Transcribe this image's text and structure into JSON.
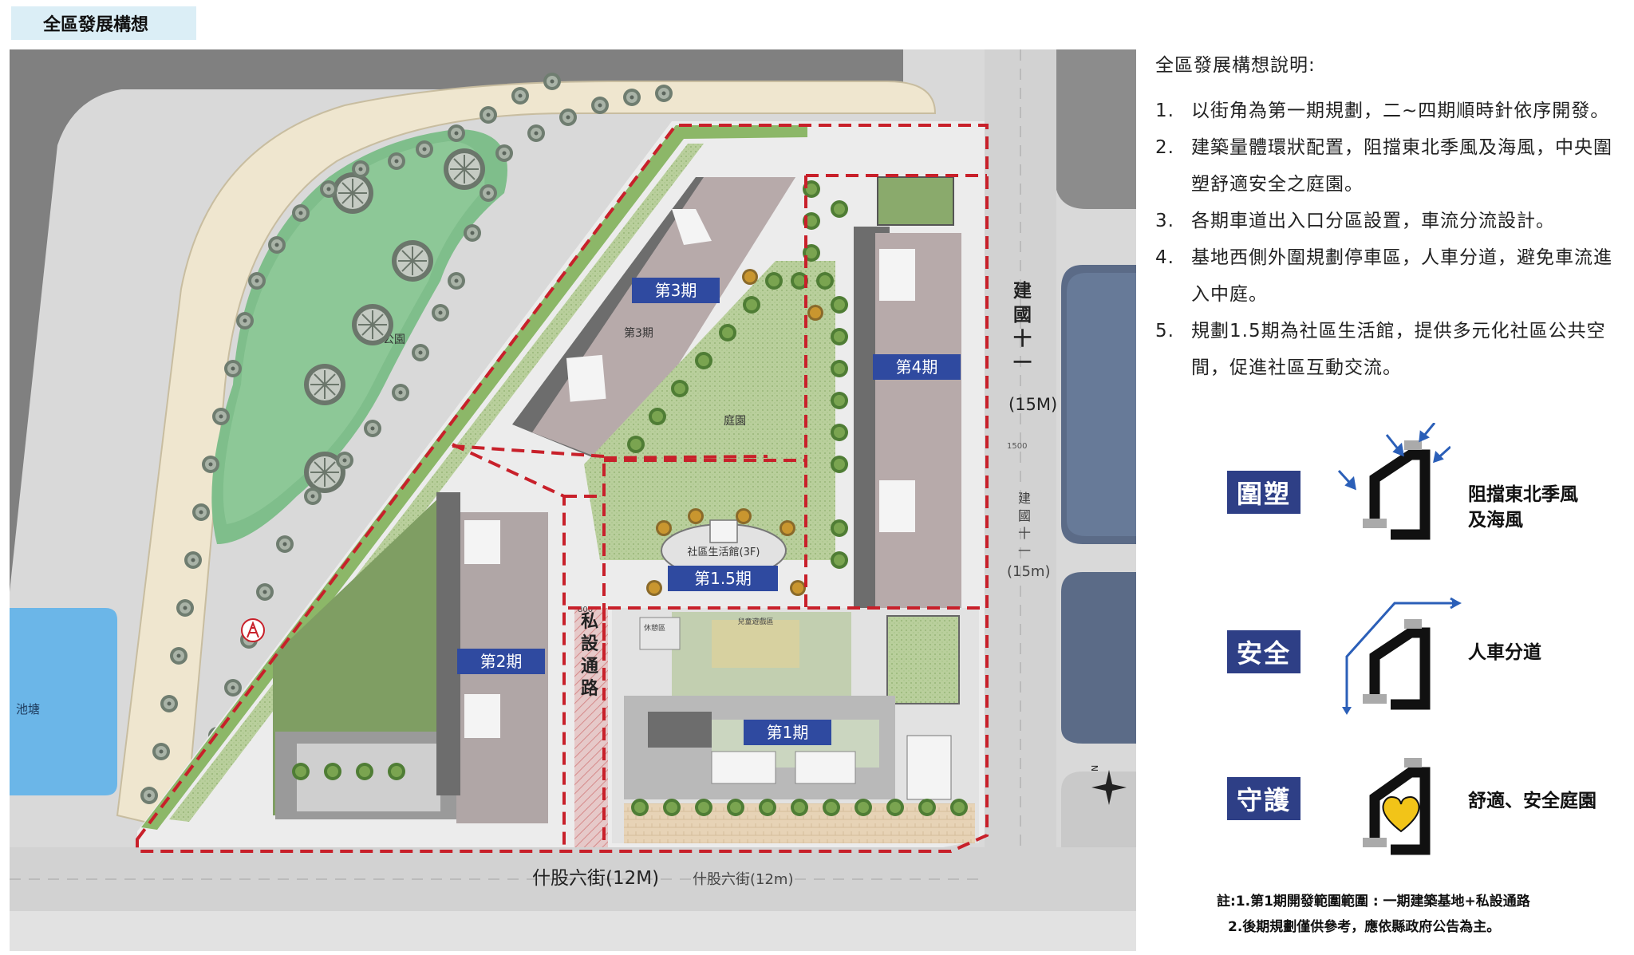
{
  "header": {
    "title": "全區發展構想"
  },
  "plan": {
    "phase_labels": {
      "p1": "第1期",
      "p15": "第1.5期",
      "p2": "第2期",
      "p3": "第3期",
      "p4": "第4期"
    },
    "park_label": "公園",
    "pond_label": "池塘",
    "courtyard_label": "庭園",
    "phase3_building_label": "第3期",
    "community_hall_label": "社區生活館(3F)",
    "private_road_label": "私設通路",
    "street_bottom_label": "什股六街(12M)",
    "street_bottom_small": "什股六街(12m)",
    "street_right_label": "建國十一街",
    "street_right_width": "(15M)",
    "street_right_small": "建國十一街",
    "street_right_small_width": "(15m)",
    "dim_1500": "1500",
    "dim_800": "800",
    "activity_room": "休憩區",
    "kids_area": "兒童遊戲區",
    "compass_n": "N"
  },
  "explanation": {
    "title": "全區發展構想說明:",
    "items": [
      {
        "num": "1.",
        "line1": "以街角為第一期規劃，二~四期順時針依序開發。",
        "line2": ""
      },
      {
        "num": "2.",
        "line1": "建築量體環狀配置，阻擋東北季風及海風，中央圍",
        "line2": "塑舒適安全之庭園。"
      },
      {
        "num": "3.",
        "line1": "各期車道出入口分區設置，車流分流設計。",
        "line2": ""
      },
      {
        "num": "4.",
        "line1": "基地西側外圍規劃停車區，人車分道，避免車流進",
        "line2": "入中庭。"
      },
      {
        "num": "5.",
        "line1": "規劃1.5期為社區生活館，提供多元化社區公共空",
        "line2": "間，促進社區互動交流。"
      }
    ]
  },
  "concepts": [
    {
      "badge": "圍塑",
      "desc1": "阻擋東北季風",
      "desc2": "及海風"
    },
    {
      "badge": "安全",
      "desc1": "人車分道",
      "desc2": ""
    },
    {
      "badge": "守護",
      "desc1": "舒適、安全庭園",
      "desc2": ""
    }
  ],
  "notes": {
    "line1": "註:1.第1期開發範圍範圍 : 一期建築基地+私設通路",
    "line2": "2.後期規劃僅供參考，應依縣政府公告為主。"
  },
  "colors": {
    "title_bg": "#dbeef6",
    "phase_badge": "#2f4aa0",
    "concept_badge": "#2e3f86",
    "boundary": "#c8202a",
    "arrow_blue": "#2b5fb8",
    "heart_yellow": "#f2c418"
  }
}
